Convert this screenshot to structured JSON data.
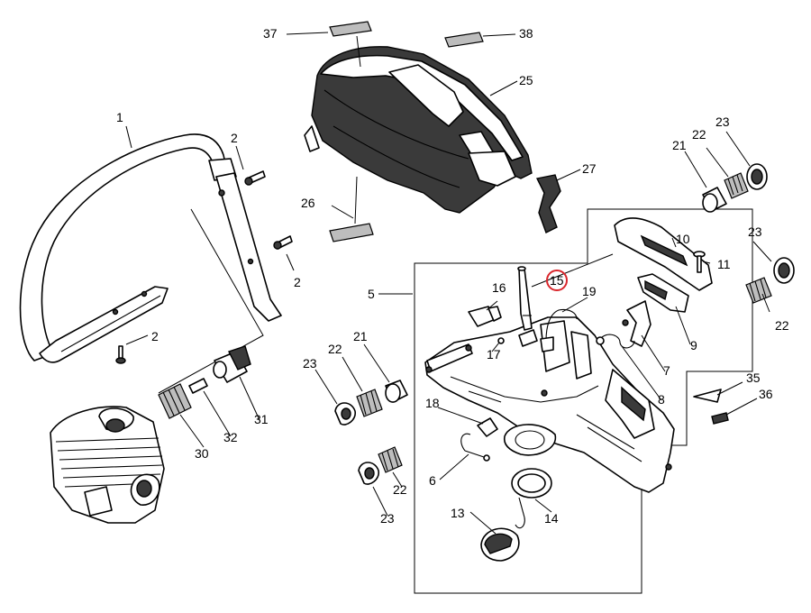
{
  "highlight_color": "#d9262c",
  "highlight": "15",
  "callouts": [
    {
      "id": "c1",
      "label": "1"
    },
    {
      "id": "c2a",
      "label": "2"
    },
    {
      "id": "c2b",
      "label": "2"
    },
    {
      "id": "c2c",
      "label": "2"
    },
    {
      "id": "c5",
      "label": "5"
    },
    {
      "id": "c6",
      "label": "6"
    },
    {
      "id": "c7",
      "label": "7"
    },
    {
      "id": "c8",
      "label": "8"
    },
    {
      "id": "c9",
      "label": "9"
    },
    {
      "id": "c10",
      "label": "10"
    },
    {
      "id": "c11",
      "label": "11"
    },
    {
      "id": "c13",
      "label": "13"
    },
    {
      "id": "c14",
      "label": "14"
    },
    {
      "id": "c15",
      "label": "15"
    },
    {
      "id": "c16",
      "label": "16"
    },
    {
      "id": "c17",
      "label": "17"
    },
    {
      "id": "c18",
      "label": "18"
    },
    {
      "id": "c19",
      "label": "19"
    },
    {
      "id": "c21a",
      "label": "21"
    },
    {
      "id": "c21b",
      "label": "21"
    },
    {
      "id": "c22a",
      "label": "22"
    },
    {
      "id": "c22b",
      "label": "22"
    },
    {
      "id": "c22c",
      "label": "22"
    },
    {
      "id": "c22d",
      "label": "22"
    },
    {
      "id": "c23a",
      "label": "23"
    },
    {
      "id": "c23b",
      "label": "23"
    },
    {
      "id": "c23c",
      "label": "23"
    },
    {
      "id": "c23d",
      "label": "23"
    },
    {
      "id": "c25",
      "label": "25"
    },
    {
      "id": "c26",
      "label": "26"
    },
    {
      "id": "c27",
      "label": "27"
    },
    {
      "id": "c30",
      "label": "30"
    },
    {
      "id": "c31",
      "label": "31"
    },
    {
      "id": "c32",
      "label": "32"
    },
    {
      "id": "c35",
      "label": "35"
    },
    {
      "id": "c36",
      "label": "36"
    },
    {
      "id": "c37",
      "label": "37"
    },
    {
      "id": "c38",
      "label": "38"
    }
  ]
}
